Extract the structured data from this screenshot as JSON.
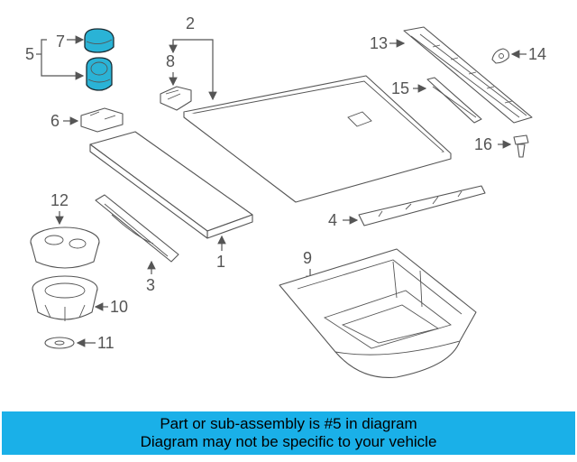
{
  "callouts": {
    "c1": "1",
    "c2": "2",
    "c3": "3",
    "c4": "4",
    "c5": "5",
    "c6": "6",
    "c7": "7",
    "c8": "8",
    "c9": "9",
    "c10": "10",
    "c11": "11",
    "c12": "12",
    "c13": "13",
    "c14": "14",
    "c15": "15",
    "c16": "16"
  },
  "banner": {
    "line1": "Part or sub-assembly is #5 in diagram",
    "line2": "Diagram may not be specific to your vehicle"
  },
  "colors": {
    "highlight": "#2ab3d6",
    "banner_bg": "#1ab0e8",
    "line": "#555555"
  }
}
